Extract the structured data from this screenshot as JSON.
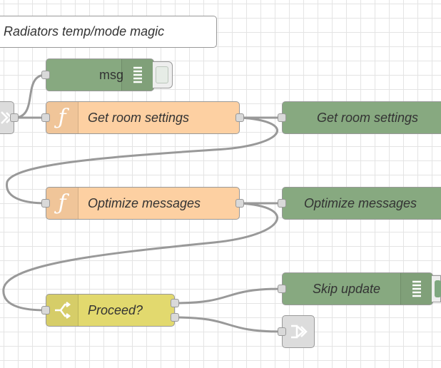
{
  "comment": {
    "text": "Radiators temp/mode magic"
  },
  "nodes": {
    "msg_debug": {
      "label": "msg",
      "type": "debug",
      "color": "#87a980"
    },
    "get_room_settings_fn": {
      "label": "Get room settings",
      "type": "function",
      "color": "#fdd0a2"
    },
    "get_room_settings_debug": {
      "label": "Get room settings",
      "type": "debug",
      "color": "#87a980"
    },
    "optimize_messages_fn": {
      "label": "Optimize messages",
      "type": "function",
      "color": "#fdd0a2"
    },
    "optimize_messages_debug": {
      "label": "Optimize messages",
      "type": "debug",
      "color": "#87a980"
    },
    "proceed_switch": {
      "label": "Proceed?",
      "type": "switch",
      "color": "#e2d96e"
    },
    "skip_update_debug": {
      "label": "Skip update",
      "type": "debug",
      "color": "#87a980"
    }
  },
  "icons": {
    "function": "function-icon",
    "switch": "switch-icon",
    "debug": "debug-list-icon",
    "link_in": "link-in-icon",
    "link_out": "link-out-icon"
  },
  "colors": {
    "wire": "#999999",
    "port": "#d9d9d9",
    "grid": "#e4e4e4"
  }
}
